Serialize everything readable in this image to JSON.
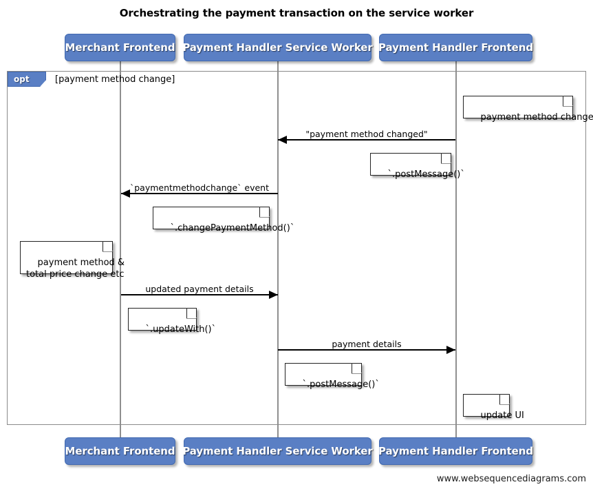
{
  "title": "Orchestrating the payment transaction on the service worker",
  "footer": {
    "credit": "www.websequencediagrams.com"
  },
  "colors": {
    "participant_fill": "#5a7fc4",
    "participant_border": "#4169b0",
    "participant_text": "#ffffff",
    "lifeline": "#8f8f8f",
    "frame_border": "#8a8a8a",
    "note_border": "#222222",
    "note_fill": "#ffffff",
    "message": "#000000",
    "background": "#ffffff"
  },
  "participants": [
    {
      "id": "merchant-frontend",
      "label": "Merchant Frontend"
    },
    {
      "id": "payment-handler-service-worker",
      "label": "Payment Handler Service Worker"
    },
    {
      "id": "payment-handler-frontend",
      "label": "Payment Handler Frontend"
    }
  ],
  "fragment": {
    "type": "opt",
    "tab_label": "opt",
    "guard": "[payment method change]"
  },
  "messages": [
    {
      "id": "msg-payment-method-changed",
      "label": "\"payment method changed\"",
      "from": "payment-handler-frontend",
      "to": "payment-handler-service-worker",
      "direction": "left"
    },
    {
      "id": "msg-paymentmethodchange-event",
      "label": "`paymentmethodchange` event",
      "from": "payment-handler-service-worker",
      "to": "merchant-frontend",
      "direction": "left"
    },
    {
      "id": "msg-updated-payment-details",
      "label": "updated payment details",
      "from": "merchant-frontend",
      "to": "payment-handler-service-worker",
      "direction": "right"
    },
    {
      "id": "msg-payment-details",
      "label": "payment details",
      "from": "payment-handler-service-worker",
      "to": "payment-handler-frontend",
      "direction": "right"
    }
  ],
  "notes": [
    {
      "id": "note-payment-method-changed",
      "text": "payment method changed",
      "attached_to": "payment-handler-frontend"
    },
    {
      "id": "note-post-message-1",
      "text": "`.postMessage()`",
      "attached_to": "payment-handler-frontend"
    },
    {
      "id": "note-change-payment-method",
      "text": "`.changePaymentMethod()`",
      "attached_to": "payment-handler-service-worker"
    },
    {
      "id": "note-payment-method-total-price",
      "text": "payment method &\ntotal price change etc",
      "attached_to": "merchant-frontend"
    },
    {
      "id": "note-update-with",
      "text": "`.updateWith()`",
      "attached_to": "merchant-frontend"
    },
    {
      "id": "note-post-message-2",
      "text": "`.postMessage()`",
      "attached_to": "payment-handler-service-worker"
    },
    {
      "id": "note-update-ui",
      "text": "update UI",
      "attached_to": "payment-handler-frontend"
    }
  ]
}
